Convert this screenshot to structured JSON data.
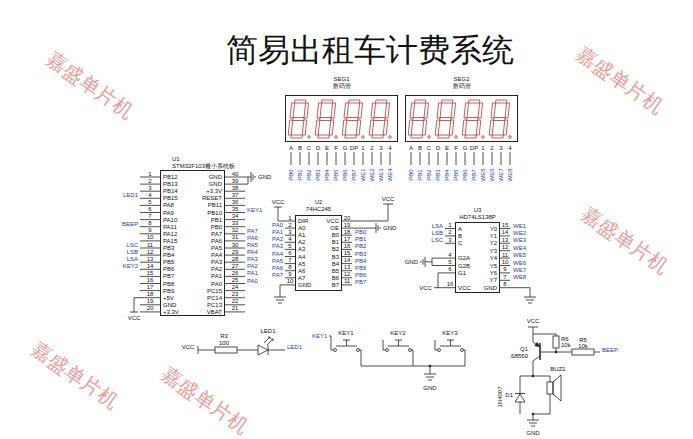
{
  "diagram": {
    "title": "简易出租车计费系统",
    "nodes": [
      {
        "text": [
          "SEG1",
          "数码管"
        ]
      },
      {
        "text": [
          "SEG2",
          "数码管"
        ]
      },
      {
        "text": [
          "U1",
          "STM32F103最小系统板",
          "PB12",
          "PB13",
          "PB14",
          "PB15",
          "PA8",
          "PA9",
          "PA10",
          "PA11",
          "PA12",
          "PA15",
          "PB3",
          "PB4",
          "PB5",
          "PB6",
          "PB7",
          "PB8",
          "PB9",
          "+5V",
          "GND",
          "+3.3V",
          "GND",
          "GND",
          "+3.3V",
          "RESET",
          "PB11",
          "PB10",
          "PB1",
          "PB0",
          "PA7",
          "PA6",
          "PA5",
          "PA4",
          "PA3",
          "PA2",
          "PA1",
          "PA0",
          "PC15",
          "PC14",
          "PC13",
          "VBAT"
        ]
      },
      {
        "text": [
          "U2",
          "74HC245",
          "DIR",
          "A0",
          "A1",
          "A2",
          "A3",
          "A4",
          "A5",
          "A6",
          "A7",
          "GND",
          "VCC",
          "OE",
          "B0",
          "B1",
          "B2",
          "B3",
          "B4",
          "B5",
          "B6",
          "B7"
        ]
      },
      {
        "text": [
          "U3",
          "HD74LS138P",
          "A",
          "B",
          "C",
          "G2A",
          "G2B",
          "G1",
          "VCC",
          "Y0",
          "Y1",
          "Y2",
          "Y3",
          "Y4",
          "Y5",
          "Y6",
          "Y7",
          "GND"
        ]
      }
    ],
    "labels": [
      "A",
      "B",
      "C",
      "D",
      "E",
      "F",
      "G",
      "DP",
      "1",
      "2",
      "3",
      "4",
      "PB0",
      "PB1",
      "PB2",
      "PB3",
      "PB4",
      "PB5",
      "PB6",
      "PB7",
      "WE1",
      "WE2",
      "WE3",
      "WE4",
      "A",
      "B",
      "C",
      "D",
      "E",
      "F",
      "G",
      "DP",
      "1",
      "2",
      "3",
      "4",
      "PB0",
      "PB1",
      "PB2",
      "PB3",
      "PB4",
      "PB5",
      "PB6",
      "PB7",
      "WE5",
      "WE6",
      "WE7",
      "WE8",
      "1",
      "2",
      "3",
      "4",
      "5",
      "6",
      "7",
      "8",
      "9",
      "10",
      "11",
      "12",
      "13",
      "14",
      "15",
      "16",
      "17",
      "18",
      "19",
      "20",
      "40",
      "39",
      "38",
      "37",
      "36",
      "35",
      "34",
      "33",
      "32",
      "31",
      "30",
      "29",
      "28",
      "27",
      "26",
      "25",
      "24",
      "23",
      "22",
      "21",
      "LED1",
      "BEEP",
      "LSC",
      "LSB",
      "LSA",
      "KEY2",
      "GND",
      "KEY1",
      "PA7",
      "PA6",
      "PA5",
      "PA4",
      "PA3",
      "PA2",
      "PA1",
      "PA0",
      "VCC",
      "1",
      "2",
      "3",
      "4",
      "5",
      "6",
      "7",
      "8",
      "9",
      "10",
      "20",
      "19",
      "18",
      "17",
      "16",
      "15",
      "14",
      "13",
      "12",
      "11",
      "PA0",
      "PA1",
      "PA2",
      "PA3",
      "PA4",
      "PA5",
      "PA6",
      "PA7",
      "PB0",
      "PB1",
      "PB2",
      "PB3",
      "PB4",
      "PB5",
      "PB6",
      "PB7",
      "VCC",
      "VCC",
      "GND",
      "1",
      "2",
      "3",
      "4",
      "5",
      "6",
      "16",
      "15",
      "14",
      "13",
      "12",
      "11",
      "10",
      "9",
      "7",
      "8",
      "LSA",
      "LSB",
      "LSC",
      "GND",
      "VCC",
      "WE1",
      "WE2",
      "WE3",
      "WE4",
      "WE5",
      "WE6",
      "WE7",
      "WE8",
      "VCC",
      "R3",
      "100",
      "LED1",
      "LED1",
      "KEY1",
      "KEY1",
      "KEY2",
      "KEY3",
      "GND",
      "VCC",
      "Q1",
      "S8550",
      "R6",
      "10k",
      "R5",
      "10k",
      "BEEP",
      "BUZ1",
      "D1",
      "1N4007",
      "GND",
      "嘉盛单片机",
      "嘉盛单片机",
      "嘉盛单片机",
      "嘉盛单片机",
      "嘉盛单片机"
    ]
  }
}
